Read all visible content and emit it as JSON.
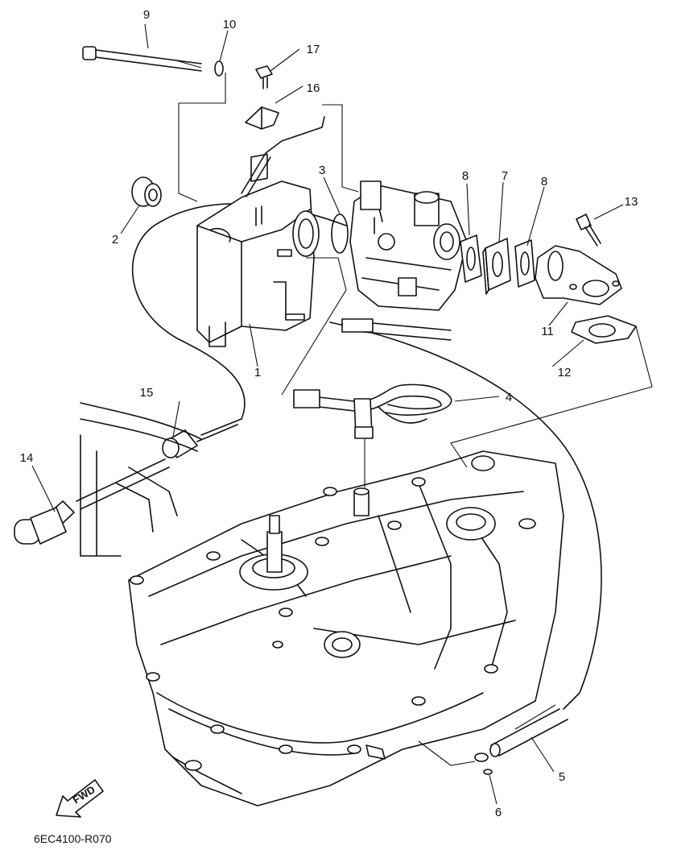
{
  "callouts": [
    "1",
    "2",
    "3",
    "4",
    "5",
    "6",
    "7",
    "8",
    "8",
    "9",
    "10",
    "11",
    "12",
    "13",
    "14",
    "15",
    "16",
    "17"
  ],
  "fwd_label": "FWD",
  "diagram_code": "6EC4100-R070"
}
